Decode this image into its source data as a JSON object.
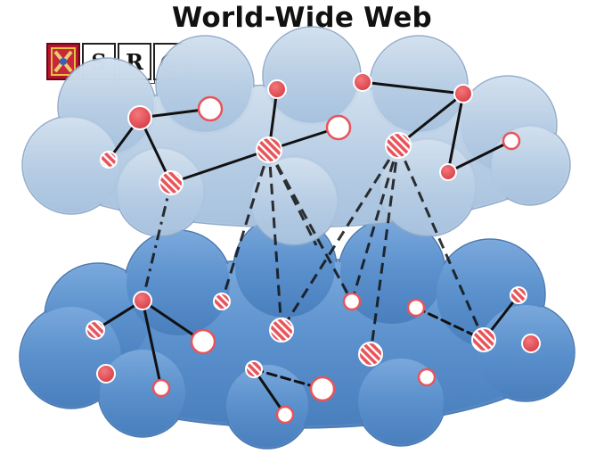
{
  "title": "World-Wide Web",
  "logos": [
    {
      "name": "crest-icon",
      "text": ""
    },
    {
      "name": "s-logo",
      "text": "S"
    },
    {
      "name": "r-logo",
      "text": "R"
    },
    {
      "name": "at-logo",
      "text": "@"
    }
  ],
  "colors": {
    "node_fill": "#e8545b",
    "node_stripe": "#ffffff",
    "edge": "#111111",
    "cloud_top": "#b8cfe6",
    "cloud_bottom": "#5a90cc"
  }
}
